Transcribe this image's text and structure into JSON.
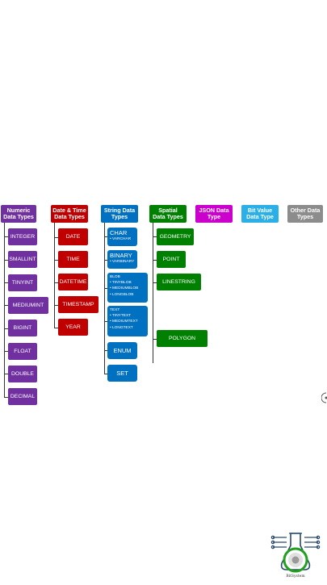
{
  "headers": [
    {
      "label": "Numeric\nData Types",
      "color": "#7030a0"
    },
    {
      "label": "Date & Time\nData Types",
      "color": "#c00000"
    },
    {
      "label": "String Data\nTypes",
      "color": "#0070c0"
    },
    {
      "label": "Spatial\nData Types",
      "color": "#008000"
    },
    {
      "label": "JSON Data\nType",
      "color": "#cc00cc"
    },
    {
      "label": "Bit Value\nData Type",
      "color": "#2ab0e6"
    },
    {
      "label": "Other Data\nTypes",
      "color": "#8c8c8c"
    }
  ],
  "numeric": [
    "INTEGER",
    "SMALLINT",
    "TINYINT",
    "MEDIUMINT",
    "BIGINT",
    "FLOAT",
    "DOUBLE",
    "DECIMAL"
  ],
  "datetime": [
    "DATE",
    "TIME",
    "DATETIME",
    "TIMESTAMP",
    "YEAR"
  ],
  "string": {
    "char": {
      "label": "CHAR",
      "sub": "• VARCHAR"
    },
    "binary": {
      "label": "BINARY",
      "sub": "• VARBINARY"
    },
    "blob": {
      "label": "BLOB",
      "subs": [
        "• TINYBLOB",
        "• MEDIUMBLOB",
        "• LONGBLOB"
      ]
    },
    "text": {
      "label": "TEXT",
      "subs": [
        "• TINYTEXT",
        "• MEDIUMTEXT",
        "• LONGTEXT"
      ]
    },
    "enum": "ENUM",
    "set": "SET"
  },
  "spatial": [
    "GEOMETRY",
    "POINT",
    "LINESTRING",
    "POLYGON"
  ],
  "logo": {
    "text": "BitSystem",
    "icon": "flask-circuit-logo"
  }
}
